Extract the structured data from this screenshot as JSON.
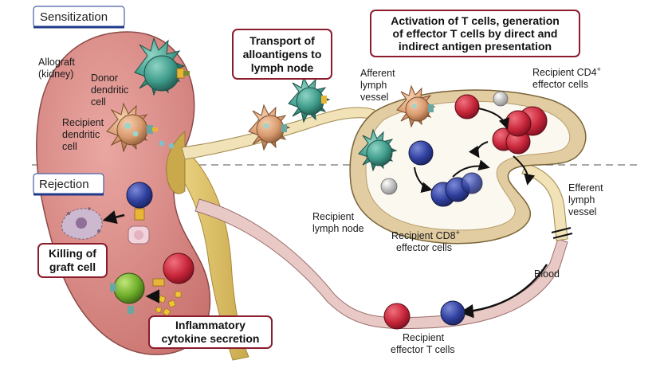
{
  "sections": {
    "sensitization": "Sensitization",
    "rejection": "Rejection"
  },
  "callouts": {
    "transport": [
      "Transport of",
      "alloantigens to",
      "lymph node"
    ],
    "activation": [
      "Activation of T cells, generation",
      "of effector T cells by direct and",
      "indirect antigen presentation"
    ],
    "killing": [
      "Killing of",
      "graft cell"
    ],
    "cytokine": [
      "Inflammatory",
      "cytokine secretion"
    ]
  },
  "labels": {
    "allograft": [
      "Allograft",
      "(kidney)"
    ],
    "donor_dc": [
      "Donor",
      "dendritic",
      "cell"
    ],
    "recipient_dc": [
      "Recipient",
      "dendritic",
      "cell"
    ],
    "afferent": [
      "Afferent",
      "lymph",
      "vessel"
    ],
    "cd4": [
      "Recipient CD4",
      "effector cells"
    ],
    "cd4_sup": "+",
    "recipient_ln": [
      "Recipient",
      "lymph node"
    ],
    "cd8": [
      "Recipient CD8",
      "effector cells"
    ],
    "cd8_sup": "+",
    "efferent": [
      "Efferent",
      "lymph",
      "vessel"
    ],
    "blood": "Blood",
    "effector_t": [
      "Recipient",
      "effector T cells"
    ]
  },
  "colors": {
    "kidney": "#d98a86",
    "kidney_edge": "#8c4a48",
    "lymph_node": "#e2cda3",
    "lymph_node_inner": "#fbf8f0",
    "donor_dc": "#3e9b8a",
    "recipient_dc": "#d99a6e",
    "cd4_cell": "#c8263a",
    "cd8_cell": "#2f3f9e",
    "graft_cell": "#6fae2a",
    "callout_border": "#8b1c2c",
    "vessel": "#e8c9c6"
  }
}
